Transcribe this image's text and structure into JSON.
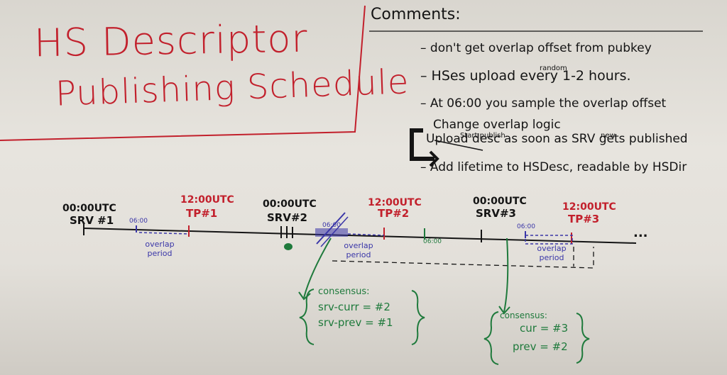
{
  "title": {
    "line1": "HS Descriptor",
    "line2": "Publishing Schedule"
  },
  "comments": {
    "heading": "Comments:",
    "items": [
      "– don't get overlap offset from pubkey",
      "– HSes upload every 1-2 hours.",
      "– At 06:00 you sample the overlap offset",
      "Change overlap logic",
      "Upload desc as soon as SRV gets published",
      "– Add lifetime to HSDesc, readable by HSDir"
    ],
    "note_now": "random",
    "note_start_publish": "Start publish",
    "note_new": "new"
  },
  "timeline": {
    "srv1_time": "00:00UTC",
    "srv1": "SRV #1",
    "tp1_time": "12:00UTC",
    "tp1": "TP#1",
    "srv2_time": "00:00UTC",
    "srv2": "SRV#2",
    "tp2_time": "12:00UTC",
    "tp2": "TP#2",
    "srv3_time": "00:00UTC",
    "srv3": "SRV#3",
    "tp3_time": "12:00UTC",
    "tp3": "TP#3",
    "tick_0600": "06:00",
    "overlap_period": "overlap period",
    "continuation": "..."
  },
  "notes": {
    "group1": {
      "heading": "consensus:",
      "line1": "srv-curr = #2",
      "line2": "srv-prev = #1"
    },
    "group2": {
      "heading": "consensus:",
      "line1": "cur = #3",
      "line2": "prev = #2"
    }
  },
  "colors": {
    "red": "#c2202c",
    "blue": "#3a36a8",
    "green": "#1f7a3c",
    "black": "#141414",
    "board": "#e5e2dc"
  }
}
